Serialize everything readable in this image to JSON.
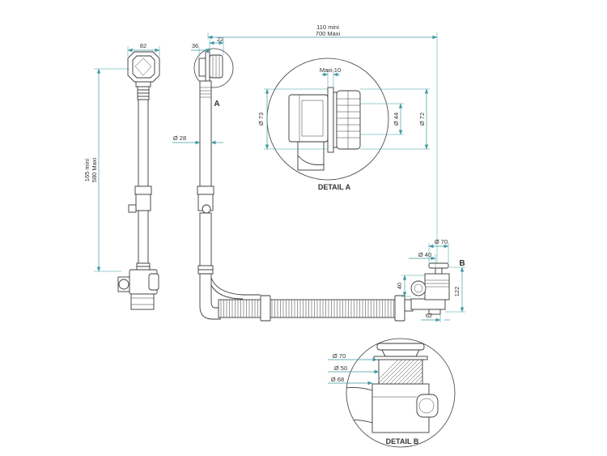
{
  "colors": {
    "dimension": "#3f9aa3",
    "outline": "#3a3a3a",
    "text": "#333333"
  },
  "front_view": {
    "width": "82",
    "height_mini": "165 mini",
    "height_maxi": "580 Maxi"
  },
  "side_view": {
    "dim_36": "36",
    "dim_22": "22",
    "callout_a": "A",
    "pipe_diameter": "Ø 28",
    "length_mini": "110 mini",
    "length_maxi": "700 Maxi"
  },
  "detail_a": {
    "title": "DETAIL A",
    "flange": "Maxi 10",
    "dia_73": "Ø 73",
    "dia_44": "Ø 44",
    "dia_72": "Ø 72"
  },
  "waste": {
    "callout_b": "B",
    "dia_70": "Ø 70",
    "dia_40": "Ø 40",
    "height_40": "40",
    "height_122": "122",
    "offset_62": "62"
  },
  "detail_b": {
    "title": "DETAIL B",
    "dia_70": "Ø 70",
    "dia_50": "Ø 50",
    "dia_68": "Ø 68"
  }
}
